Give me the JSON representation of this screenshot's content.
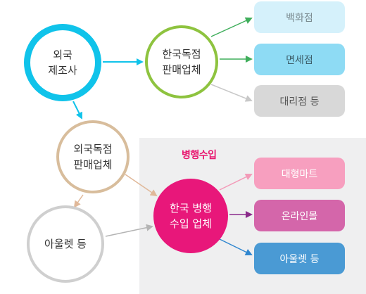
{
  "nodes": {
    "foreign_maker": "외국\n제조사",
    "korea_exclusive": "한국독점\n판매업체",
    "foreign_exclusive": "외국독점\n판매업체",
    "outlet_circle": "아울렛 등",
    "parallel_importer": "한국 병행\n수입 업체"
  },
  "panel": {
    "title": "병행수입"
  },
  "boxes": {
    "department_store": "백화점",
    "duty_free": "면세점",
    "agency": "대리점 등",
    "mart": "대형마트",
    "online_mall": "온라인몰",
    "outlet": "아울렛 등"
  },
  "colors": {
    "cyan": "#10c3ea",
    "green": "#8ec33f",
    "tan": "#d8bd9c",
    "gray": "#cfcfcf",
    "magenta": "#e8177a",
    "panel_title": "#e8176f"
  }
}
